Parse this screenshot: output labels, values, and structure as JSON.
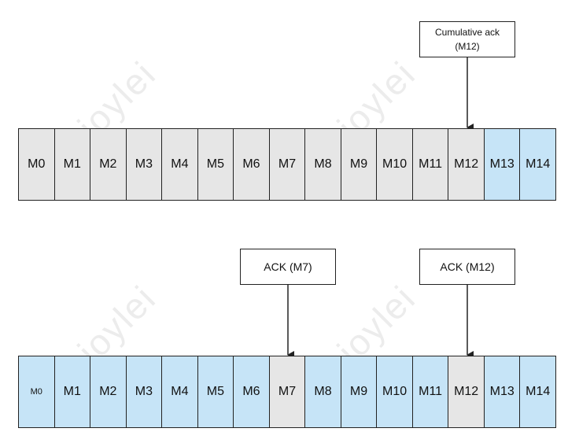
{
  "diagram": {
    "top_row": {
      "callout": {
        "line1": "Cumulative ack",
        "line2": "(M12)"
      },
      "cells": [
        {
          "label": "M0",
          "state": "gray"
        },
        {
          "label": "M1",
          "state": "gray"
        },
        {
          "label": "M2",
          "state": "gray"
        },
        {
          "label": "M3",
          "state": "gray"
        },
        {
          "label": "M4",
          "state": "gray"
        },
        {
          "label": "M5",
          "state": "gray"
        },
        {
          "label": "M6",
          "state": "gray"
        },
        {
          "label": "M7",
          "state": "gray"
        },
        {
          "label": "M8",
          "state": "gray"
        },
        {
          "label": "M9",
          "state": "gray"
        },
        {
          "label": "M10",
          "state": "gray"
        },
        {
          "label": "M11",
          "state": "gray"
        },
        {
          "label": "M12",
          "state": "gray"
        },
        {
          "label": "M13",
          "state": "blue"
        },
        {
          "label": "M14",
          "state": "blue"
        }
      ]
    },
    "bottom_row": {
      "callouts": [
        {
          "label": "ACK (M7)",
          "target": "M7"
        },
        {
          "label": "ACK (M12)",
          "target": "M12"
        }
      ],
      "cells": [
        {
          "label": "M0",
          "state": "blue"
        },
        {
          "label": "M1",
          "state": "blue"
        },
        {
          "label": "M2",
          "state": "blue"
        },
        {
          "label": "M3",
          "state": "blue"
        },
        {
          "label": "M4",
          "state": "blue"
        },
        {
          "label": "M5",
          "state": "blue"
        },
        {
          "label": "M6",
          "state": "blue"
        },
        {
          "label": "M7",
          "state": "gray"
        },
        {
          "label": "M8",
          "state": "blue"
        },
        {
          "label": "M9",
          "state": "blue"
        },
        {
          "label": "M10",
          "state": "blue"
        },
        {
          "label": "M11",
          "state": "blue"
        },
        {
          "label": "M12",
          "state": "gray"
        },
        {
          "label": "M13",
          "state": "blue"
        },
        {
          "label": "M14",
          "state": "blue"
        }
      ]
    },
    "watermark": "joylei",
    "colors": {
      "acked": "#e6e6e6",
      "pending": "#c6e4f7",
      "stroke": "#222222"
    }
  }
}
